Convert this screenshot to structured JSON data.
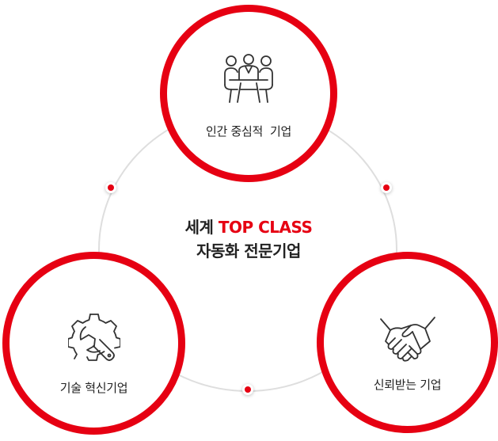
{
  "center": {
    "line1_prefix": "세계",
    "line1_accent": "TOP CLASS",
    "line2": "자동화 전문기업"
  },
  "nodes": {
    "top": {
      "label": "인간 중심적  기업",
      "icon": "meeting-people-icon"
    },
    "left": {
      "label": "기술 혁신기업",
      "icon": "gear-wrench-icon"
    },
    "right": {
      "label": "신뢰받는 기업",
      "icon": "handshake-icon"
    }
  },
  "colors": {
    "accent": "#e60012",
    "ring": "#dedede",
    "text": "#222222"
  }
}
